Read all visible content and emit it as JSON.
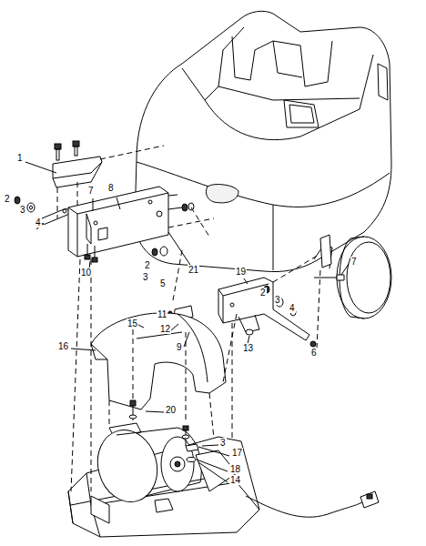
{
  "diagram": {
    "labels": [
      "1",
      "2",
      "3",
      "4",
      "7",
      "8",
      "10",
      "2",
      "3",
      "5",
      "21",
      "7",
      "19",
      "2",
      "3",
      "4",
      "11",
      "12",
      "15",
      "9",
      "13",
      "6",
      "16",
      "20",
      "3",
      "17",
      "18",
      "14"
    ]
  }
}
